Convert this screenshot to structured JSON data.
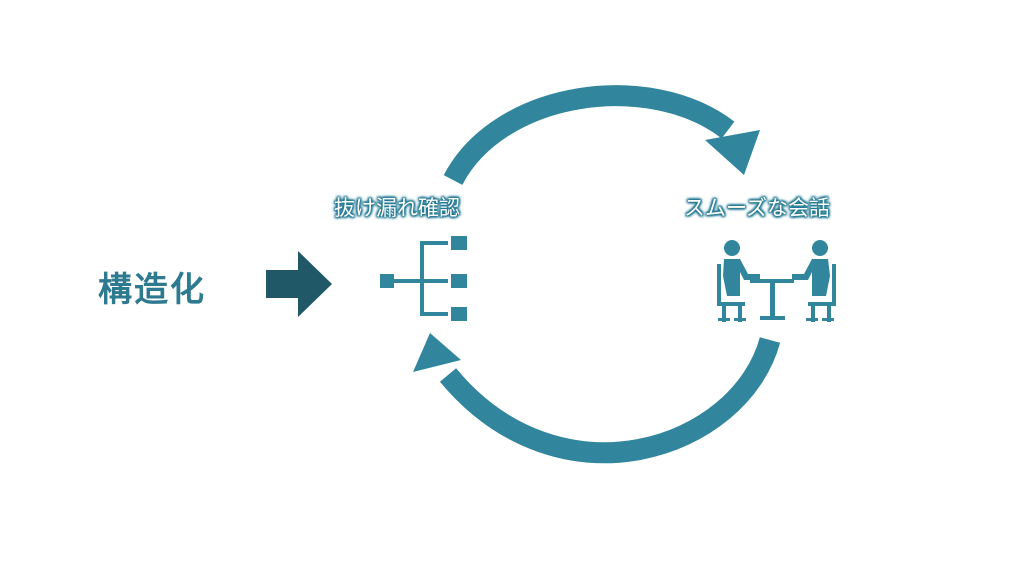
{
  "diagram": {
    "main_label": "構造化",
    "check_label": "抜け漏れ確認",
    "conversation_label": "スムーズな会話"
  },
  "icons": {
    "input_arrow": "right-arrow-icon",
    "structure": "hierarchy-tree-icon",
    "meeting": "meeting-people-icon",
    "cycle_top": "curved-arrow-clockwise-icon",
    "cycle_bottom": "curved-arrow-return-icon"
  },
  "colors": {
    "primary": "#31859c",
    "arrow_dark": "#215868",
    "text": "#2e7a90",
    "background": "#ffffff"
  }
}
